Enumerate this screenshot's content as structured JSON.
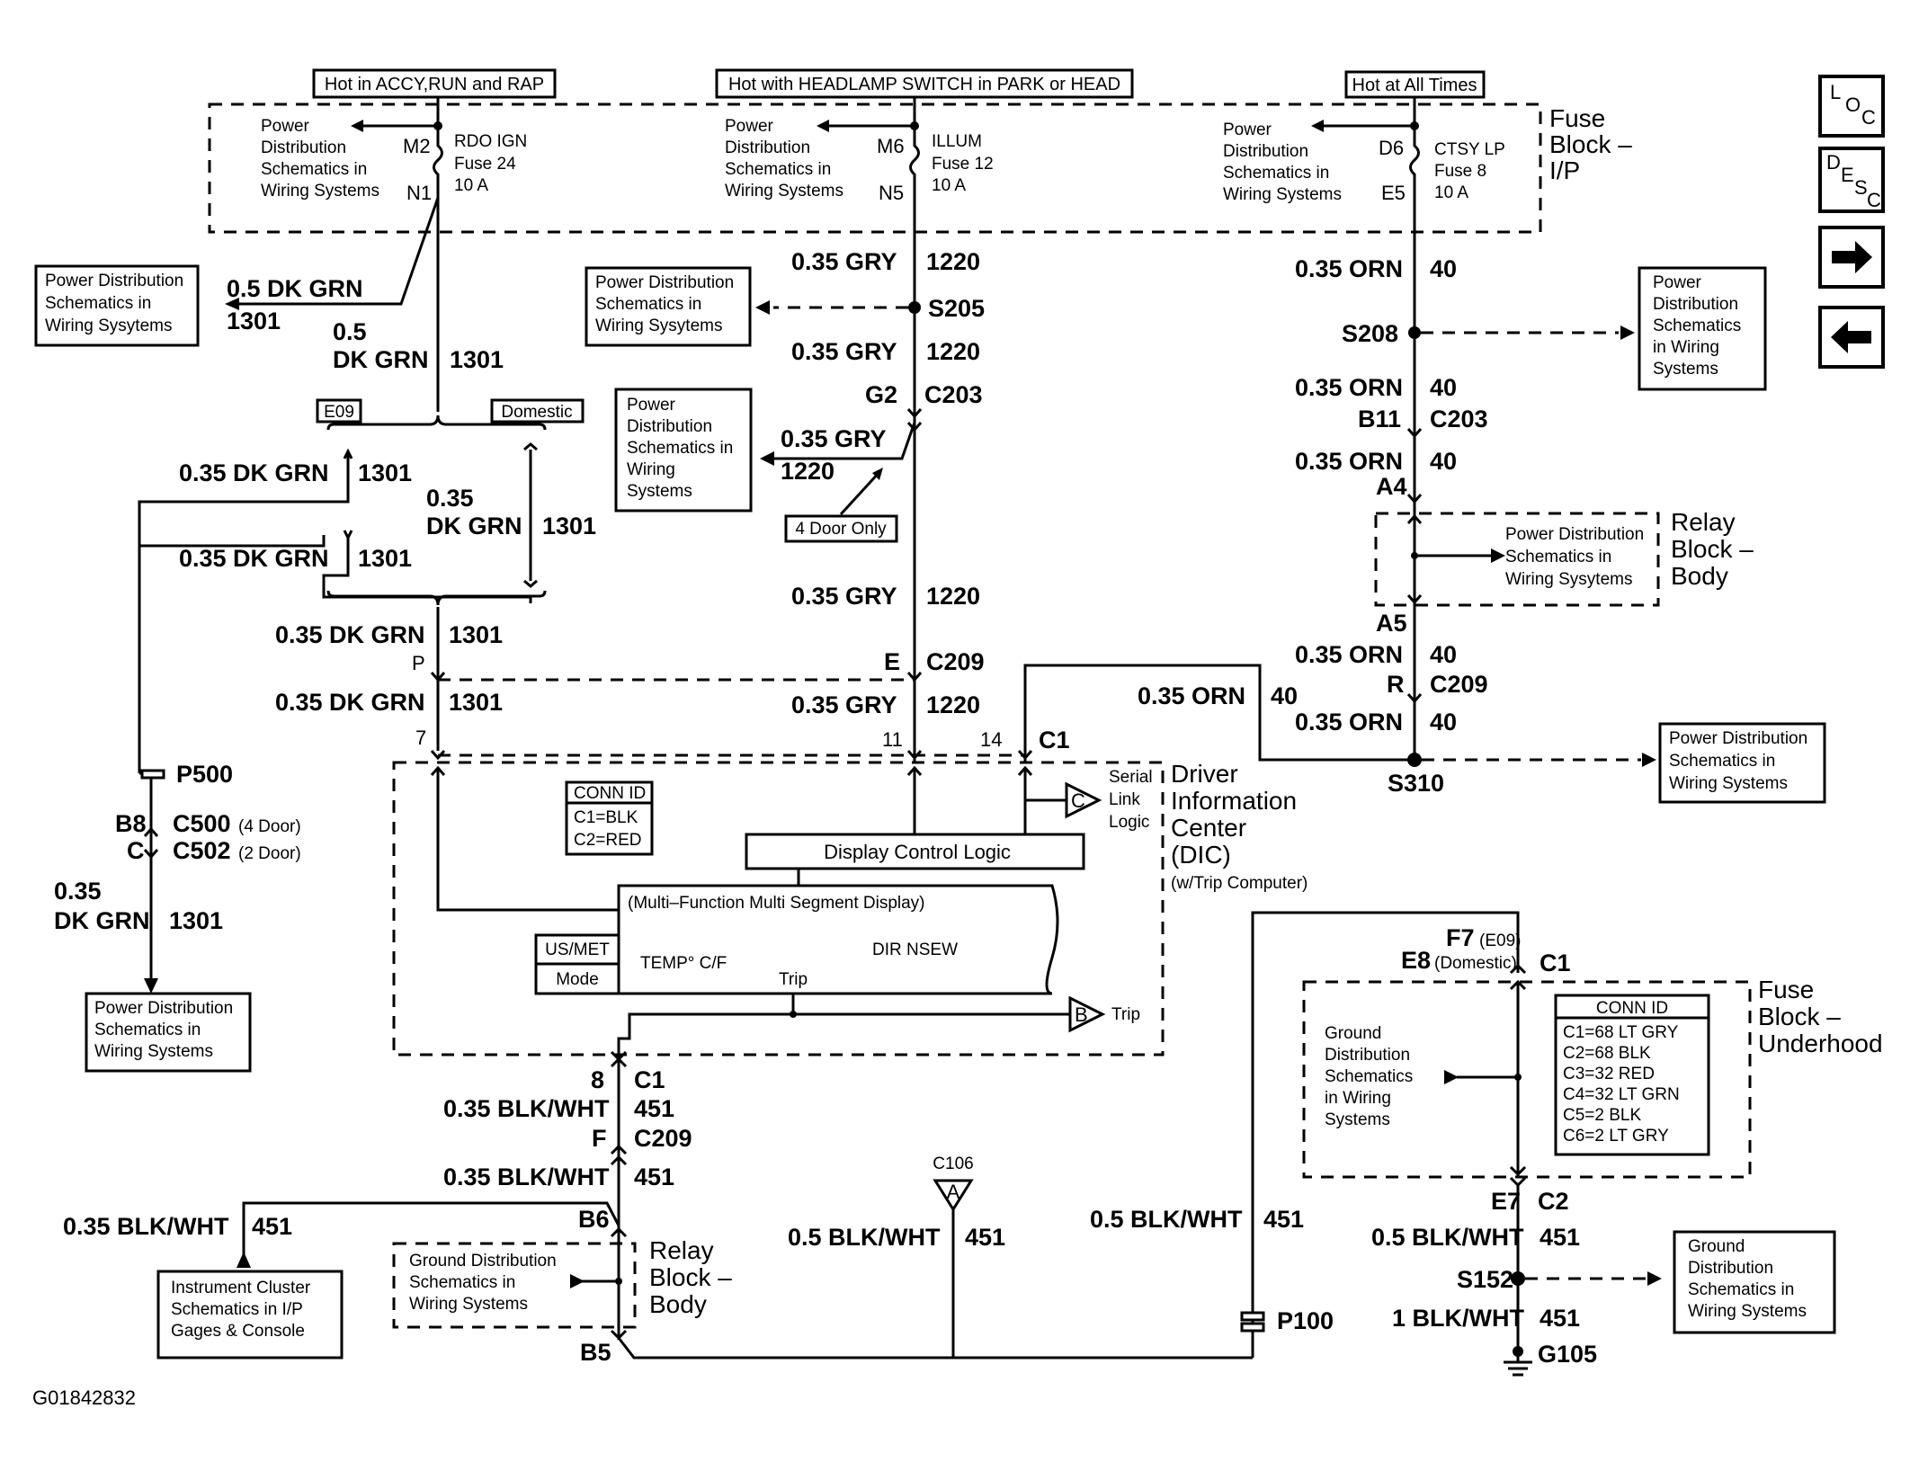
{
  "headers": {
    "accy": "Hot in ACCY,RUN and RAP",
    "headlamp": "Hot with HEADLAMP SWITCH in PARK or HEAD",
    "all_times": "Hot at All Times"
  },
  "pds_lines": [
    "Power",
    "Distribution",
    "Schematics in",
    "Wiring Systems"
  ],
  "pds_box_sysyems": [
    "Power Distribution",
    "Schematics in",
    "Wiring Sysytems"
  ],
  "pds_box_systems": [
    "Power Distribution",
    "Schematics in",
    "Wiring Systems"
  ],
  "pds_box_tall": [
    "Power",
    "Distribution",
    "Schematics in",
    "Wiring",
    "Systems"
  ],
  "pds_box_tall_right": [
    "Power",
    "Distribution",
    "Schematics",
    "in Wiring",
    "Systems"
  ],
  "gds_box": [
    "Ground",
    "Distribution",
    "Schematics in",
    "Wiring Systems"
  ],
  "gds_relay": [
    "Ground Distribution",
    "Schematics in",
    "Wiring Systems"
  ],
  "gds_fuse": [
    "Ground",
    "Distribution",
    "Schematics",
    "in Wiring",
    "Systems"
  ],
  "ic_box": [
    "Instrument Cluster",
    "Schematics in I/P",
    "Gages & Console"
  ],
  "fuses": {
    "f24": {
      "pin_in": "M2",
      "pin_out": "N1",
      "name": "RDO IGN",
      "fuse": "Fuse 24",
      "amps": "10 A"
    },
    "f12": {
      "pin_in": "M6",
      "pin_out": "N5",
      "name": "ILLUM",
      "fuse": "Fuse 12",
      "amps": "10 A"
    },
    "f8": {
      "pin_in": "D6",
      "pin_out": "E5",
      "name": "CTSY LP",
      "fuse": "Fuse 8",
      "amps": "10 A"
    }
  },
  "fuse_block_ip": [
    "Fuse",
    "Block –",
    "I/P"
  ],
  "relay_block_body": [
    "Relay",
    "Block –",
    "Body"
  ],
  "fuse_block_underhood": [
    "Fuse",
    "Block –",
    "Underhood"
  ],
  "dic": [
    "Driver",
    "Information",
    "Center",
    "(DIC)",
    "(w/Trip Computer)"
  ],
  "options": {
    "e09": "E09",
    "domestic": "Domestic",
    "four_door": "4 Door Only"
  },
  "wires": {
    "dkgrn_05": "0.5 DK GRN",
    "dkgrn_035": "0.35 DK GRN",
    "dkgrn_05_a": "0.5",
    "dkgrn_035_a": "0.35",
    "dkgrn_b": "DK GRN",
    "c1301": "1301",
    "gry": "0.35 GRY",
    "c1220": "1220",
    "orn": "0.35 ORN",
    "c40": "40",
    "blkwht_035": "0.35 BLK/WHT",
    "blkwht_05": "0.5 BLK/WHT",
    "blkwht_1": "1 BLK/WHT",
    "c451": "451"
  },
  "splices": {
    "s205": "S205",
    "s208": "S208",
    "s310": "S310",
    "s152": "S152"
  },
  "connectors": {
    "g2": "G2",
    "c203": "C203",
    "b11": "B11",
    "a4": "A4",
    "a5": "A5",
    "p": "P",
    "e": "E",
    "c209": "C209",
    "r": "R",
    "pin7": "7",
    "pin11": "11",
    "pin14": "14",
    "c1": "C1",
    "pin8": "8",
    "p500": "P500",
    "b8": "B8",
    "c500": "C500",
    "c500n": "(4 Door)",
    "c": "C",
    "c502": "C502",
    "c502n": "(2 Door)",
    "f": "F",
    "b6": "B6",
    "b5": "B5",
    "p100": "P100",
    "f7": "F7",
    "f7n": "(E09)",
    "e8": "E8",
    "e8n": "(Domestic)",
    "e7": "E7",
    "c2": "C2",
    "g105": "G105",
    "c106": "C106",
    "a": "A"
  },
  "conn_id_dic": [
    "CONN ID",
    "C1=BLK",
    "C2=RED"
  ],
  "conn_id_fuse": [
    "CONN ID",
    "C1=68 LT GRY",
    "C2=68 BLK",
    "C3=32 RED",
    "C4=32 LT GRN",
    "C5=2 BLK",
    "C6=2 LT GRY"
  ],
  "dic_internal": {
    "display_logic": "Display Control Logic",
    "mfmsd": "(Multi–Function Multi Segment Display)",
    "usmet": "US/MET",
    "mode": "Mode",
    "temp": "TEMP° C/F",
    "dir": "DIR NSEW",
    "trip_label": "Trip",
    "serial": [
      "Serial",
      "Link",
      "Logic"
    ],
    "ref_c": "C",
    "ref_b": "B",
    "trip_out": "Trip"
  },
  "nav": {
    "loc": [
      "L",
      "O",
      "C"
    ],
    "desc": [
      "D",
      "E",
      "S",
      "C"
    ]
  },
  "figure_id": "G01842832"
}
